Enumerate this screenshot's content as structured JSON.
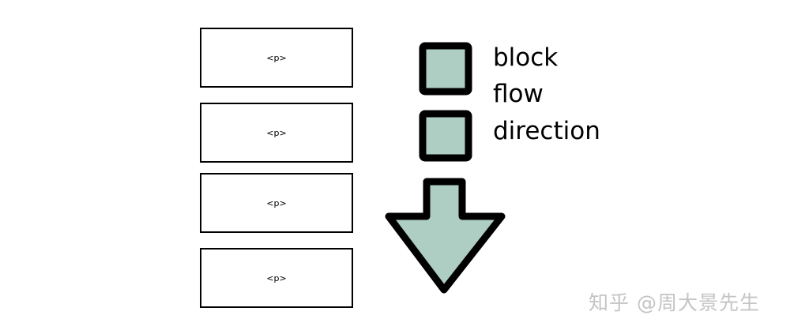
{
  "paragraph_boxes": [
    {
      "label": "<p>"
    },
    {
      "label": "<p>"
    },
    {
      "label": "<p>"
    },
    {
      "label": "<p>"
    }
  ],
  "legend": {
    "lines": [
      "block",
      "flow",
      "direction"
    ]
  },
  "colors": {
    "fill": "#aecdc3",
    "stroke": "#000000",
    "watermark": "#c4c4c4"
  },
  "watermark": {
    "text": "知乎 @周大景先生"
  }
}
